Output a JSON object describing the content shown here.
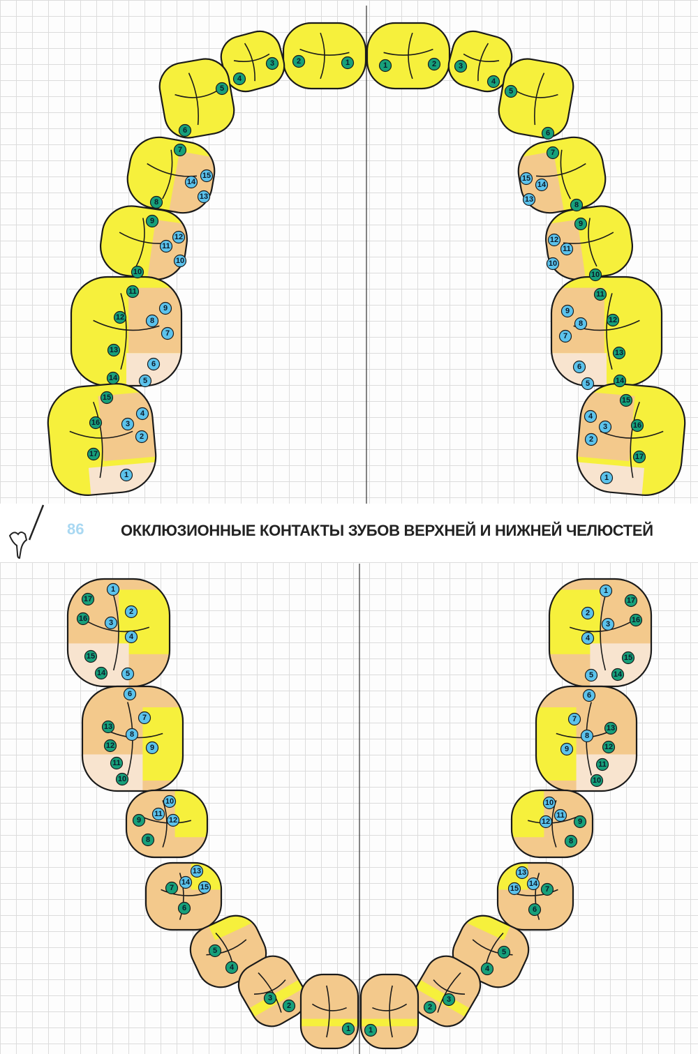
{
  "header": {
    "page_number": "86",
    "title": "ОККЛЮЗИОННЫЕ КОНТАКТЫ ЗУБОВ ВЕРХНЕЙ И НИЖНЕЙ ЧЕЛЮСТЕЙ"
  },
  "colors": {
    "enamel_yellow": "#f6f03c",
    "enamel_orange": "#f3c98c",
    "enamel_cream": "#f8e4cf",
    "outline": "#1a1a1a",
    "marker_green": "#17a07a",
    "marker_blue": "#5cc3ec",
    "page_number": "#a9d8f2"
  },
  "upper_jaw": {
    "teeth": [
      {
        "tooth": "central-incisor",
        "markers": [
          {
            "n": "2",
            "c": "green"
          },
          {
            "n": "1",
            "c": "green"
          }
        ]
      },
      {
        "tooth": "lateral-incisor",
        "markers": [
          {
            "n": "4",
            "c": "green"
          },
          {
            "n": "3",
            "c": "green"
          }
        ]
      },
      {
        "tooth": "canine",
        "markers": [
          {
            "n": "5",
            "c": "green"
          },
          {
            "n": "6",
            "c": "green"
          }
        ]
      },
      {
        "tooth": "first-premolar",
        "markers": [
          {
            "n": "7",
            "c": "green"
          },
          {
            "n": "8",
            "c": "green"
          },
          {
            "n": "15",
            "c": "blue"
          },
          {
            "n": "14",
            "c": "blue"
          },
          {
            "n": "13",
            "c": "blue"
          }
        ]
      },
      {
        "tooth": "second-premolar",
        "markers": [
          {
            "n": "9",
            "c": "green"
          },
          {
            "n": "10",
            "c": "green"
          },
          {
            "n": "12",
            "c": "blue"
          },
          {
            "n": "11",
            "c": "blue"
          },
          {
            "n": "10",
            "c": "blue"
          }
        ]
      },
      {
        "tooth": "first-molar",
        "markers": [
          {
            "n": "11",
            "c": "green"
          },
          {
            "n": "12",
            "c": "green"
          },
          {
            "n": "13",
            "c": "green"
          },
          {
            "n": "14",
            "c": "green"
          },
          {
            "n": "9",
            "c": "blue"
          },
          {
            "n": "8",
            "c": "blue"
          },
          {
            "n": "7",
            "c": "blue"
          },
          {
            "n": "6",
            "c": "blue"
          },
          {
            "n": "5",
            "c": "blue"
          }
        ]
      },
      {
        "tooth": "second-molar",
        "markers": [
          {
            "n": "15",
            "c": "green"
          },
          {
            "n": "16",
            "c": "green"
          },
          {
            "n": "17",
            "c": "green"
          },
          {
            "n": "4",
            "c": "blue"
          },
          {
            "n": "3",
            "c": "blue"
          },
          {
            "n": "2",
            "c": "blue"
          },
          {
            "n": "1",
            "c": "blue"
          }
        ]
      }
    ]
  },
  "lower_jaw": {
    "teeth": [
      {
        "tooth": "second-molar",
        "markers": [
          {
            "n": "1",
            "c": "blue"
          },
          {
            "n": "2",
            "c": "blue"
          },
          {
            "n": "3",
            "c": "blue"
          },
          {
            "n": "4",
            "c": "blue"
          },
          {
            "n": "5",
            "c": "blue"
          },
          {
            "n": "17",
            "c": "green"
          },
          {
            "n": "16",
            "c": "green"
          },
          {
            "n": "15",
            "c": "green"
          },
          {
            "n": "14",
            "c": "green"
          }
        ]
      },
      {
        "tooth": "first-molar",
        "markers": [
          {
            "n": "6",
            "c": "blue"
          },
          {
            "n": "7",
            "c": "blue"
          },
          {
            "n": "8",
            "c": "blue"
          },
          {
            "n": "9",
            "c": "blue"
          },
          {
            "n": "13",
            "c": "green"
          },
          {
            "n": "12",
            "c": "green"
          },
          {
            "n": "11",
            "c": "green"
          },
          {
            "n": "10",
            "c": "green"
          }
        ]
      },
      {
        "tooth": "second-premolar",
        "markers": [
          {
            "n": "10",
            "c": "blue"
          },
          {
            "n": "11",
            "c": "blue"
          },
          {
            "n": "12",
            "c": "blue"
          },
          {
            "n": "9",
            "c": "green"
          },
          {
            "n": "8",
            "c": "green"
          }
        ]
      },
      {
        "tooth": "first-premolar",
        "markers": [
          {
            "n": "13",
            "c": "blue"
          },
          {
            "n": "14",
            "c": "blue"
          },
          {
            "n": "15",
            "c": "blue"
          },
          {
            "n": "7",
            "c": "green"
          },
          {
            "n": "6",
            "c": "green"
          }
        ]
      },
      {
        "tooth": "canine",
        "markers": [
          {
            "n": "5",
            "c": "green"
          },
          {
            "n": "4",
            "c": "green"
          }
        ]
      },
      {
        "tooth": "lateral-incisor",
        "markers": [
          {
            "n": "3",
            "c": "green"
          },
          {
            "n": "2",
            "c": "green"
          }
        ]
      },
      {
        "tooth": "central-incisor",
        "markers": [
          {
            "n": "1",
            "c": "green"
          }
        ]
      }
    ]
  }
}
